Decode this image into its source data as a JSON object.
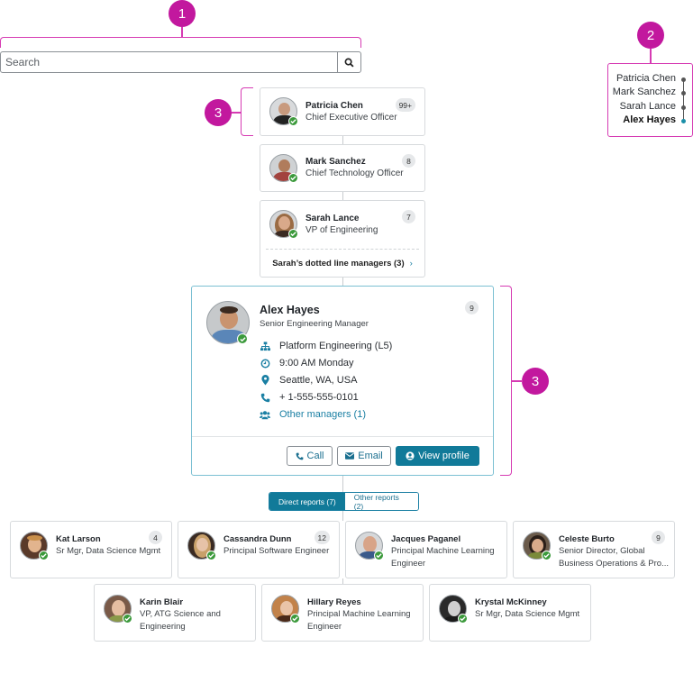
{
  "annotations": {
    "markers": [
      "1",
      "2",
      "3",
      "3"
    ]
  },
  "search": {
    "placeholder": "Search",
    "button_icon": "search-icon"
  },
  "breadcrumb": {
    "items": [
      {
        "label": "Patricia Chen",
        "current": false
      },
      {
        "label": "Mark Sanchez",
        "current": false
      },
      {
        "label": "Sarah Lance",
        "current": false
      },
      {
        "label": "Alex Hayes",
        "current": true
      }
    ]
  },
  "managers": [
    {
      "name": "Patricia Chen",
      "title": "Chief Executive Officer",
      "count": "99+",
      "status": "online"
    },
    {
      "name": "Mark Sanchez",
      "title": "Chief Technology Officer",
      "count": "8",
      "status": "online"
    },
    {
      "name": "Sarah Lance",
      "title": "VP of Engineering",
      "count": "7",
      "status": "online",
      "dotted_line_label": "Sarah’s dotted line managers (3)"
    }
  ],
  "focused": {
    "name": "Alex Hayes",
    "title": "Senior Engineering Manager",
    "count": "9",
    "status": "online",
    "details": {
      "org": "Platform Engineering (L5)",
      "time": "9:00 AM Monday",
      "location": "Seattle, WA, USA",
      "phone": "+ 1-555-555-0101",
      "other_managers": "Other managers (1)"
    },
    "actions": {
      "call": "Call",
      "email": "Email",
      "view_profile": "View profile"
    }
  },
  "reports_toggle": {
    "direct": "Direct reports (7)",
    "other": "Other reports (2)",
    "selected": "direct"
  },
  "reports": [
    {
      "name": "Kat Larson",
      "title": "Sr Mgr, Data Science Mgmt",
      "count": "4",
      "status": "online"
    },
    {
      "name": "Cassandra Dunn",
      "title": "Principal Software Engineer",
      "count": "12",
      "status": "online"
    },
    {
      "name": "Jacques Paganel",
      "title": "Principal Machine Learning Engineer",
      "count": "",
      "status": "online"
    },
    {
      "name": "Celeste Burto",
      "title": "Senior Director, Global Business Operations & Pro...",
      "count": "9",
      "status": "online"
    },
    {
      "name": "Karin Blair",
      "title": "VP, ATG Science and Engineering",
      "count": "",
      "status": "online"
    },
    {
      "name": "Hillary Reyes",
      "title": "Principal Machine Learning Engineer",
      "count": "",
      "status": "online"
    },
    {
      "name": "Krystal McKinney",
      "title": "Sr Mgr, Data Science Mgmt",
      "count": "",
      "status": "online"
    }
  ],
  "colors": {
    "accent": "#117a99",
    "link": "#1a7fa3",
    "annotation": "#c2189e",
    "online": "#3c9a3c"
  }
}
